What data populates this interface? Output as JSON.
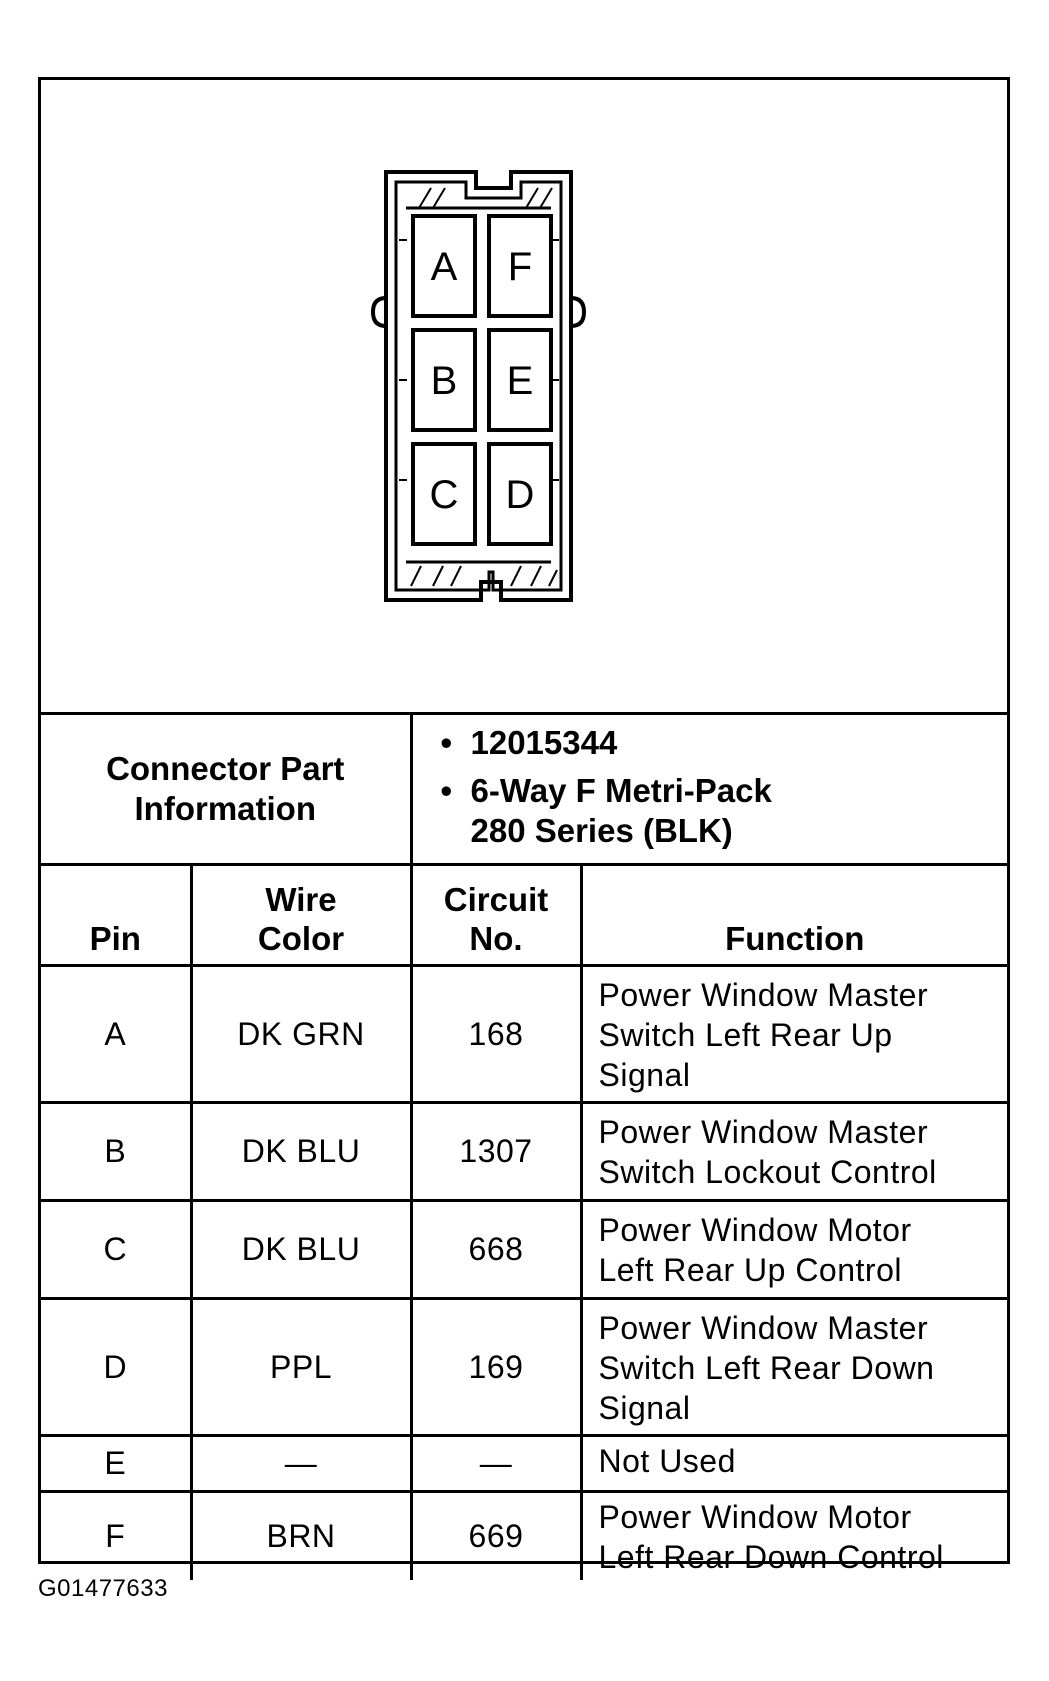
{
  "connector": {
    "pins": [
      "A",
      "F",
      "B",
      "E",
      "C",
      "D"
    ]
  },
  "part_info": {
    "label_line1": "Connector Part",
    "label_line2": "Information",
    "bullet": "•",
    "part_number": "12015344",
    "description_line1": "6-Way F Metri-Pack",
    "description_line2": "280 Series (BLK)"
  },
  "table": {
    "headers": {
      "pin": "Pin",
      "wire_color_1": "Wire",
      "wire_color_2": "Color",
      "circuit_1": "Circuit",
      "circuit_2": "No.",
      "function": "Function"
    },
    "rows": [
      {
        "pin": "A",
        "wire": "DK GRN",
        "circuit": "168",
        "function": [
          "Power Window Master",
          "Switch Left Rear Up",
          "Signal"
        ]
      },
      {
        "pin": "B",
        "wire": "DK BLU",
        "circuit": "1307",
        "function": [
          "Power Window Master",
          "Switch Lockout Control"
        ]
      },
      {
        "pin": "C",
        "wire": "DK BLU",
        "circuit": "668",
        "function": [
          "Power Window Motor",
          "Left Rear Up Control"
        ]
      },
      {
        "pin": "D",
        "wire": "PPL",
        "circuit": "169",
        "function": [
          "Power Window Master",
          "Switch Left Rear Down",
          "Signal"
        ]
      },
      {
        "pin": "E",
        "wire": "—",
        "circuit": "—",
        "function": [
          "Not Used"
        ]
      },
      {
        "pin": "F",
        "wire": "BRN",
        "circuit": "669",
        "function": [
          "Power Window Motor",
          "Left Rear Down Control"
        ]
      }
    ]
  },
  "document_id": "G01477633"
}
